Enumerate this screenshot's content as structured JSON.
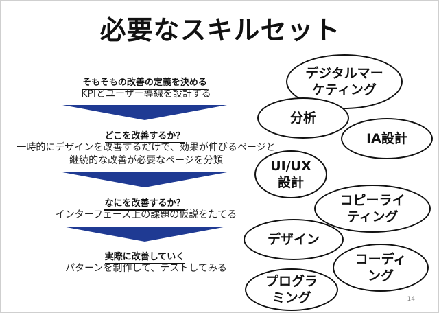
{
  "title": "必要なスキルセット",
  "steps": [
    {
      "heading": "そもそもの改善の定義を決める",
      "sub": "KPIとユーザー導線を設計する"
    },
    {
      "heading": "どこを改善するか？",
      "sub": "一時的にデザインを改善するだけで、効果が伸びるページと\n継続的な改善が必要なページを分類"
    },
    {
      "heading": "なにを改善するか？",
      "sub": "インターフェース上の課題の仮説をたてる"
    },
    {
      "heading": "実際に改善していく",
      "sub": "パターンを制作して、テストしてみる"
    }
  ],
  "skills": [
    {
      "label": "デジタルマー\nケティング"
    },
    {
      "label": "分析"
    },
    {
      "label": "IA設計"
    },
    {
      "label": "UI/UX\n設計"
    },
    {
      "label": "コピーライ\nティング"
    },
    {
      "label": "デザイン"
    },
    {
      "label": "コーディ\nング"
    },
    {
      "label": "プログラ\nミング"
    }
  ],
  "page_number": "14",
  "colors": {
    "arrow": "#1f3a93"
  }
}
